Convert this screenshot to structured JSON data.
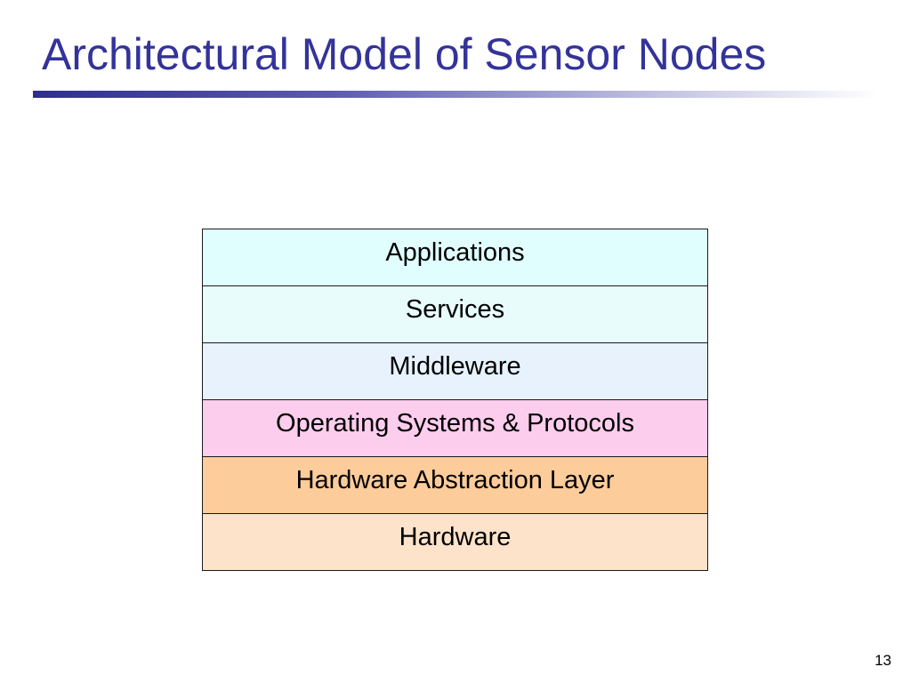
{
  "slide": {
    "title": "Architectural Model of Sensor Nodes",
    "page_number": "13"
  },
  "colors": {
    "title": "#33339a",
    "rule_start": "#2e2e8f",
    "border": "#1a1a1a"
  },
  "layers": [
    {
      "label": "Applications",
      "color": "#e0fefe"
    },
    {
      "label": "Services",
      "color": "#e9fcfc"
    },
    {
      "label": "Middleware",
      "color": "#e7f2fd"
    },
    {
      "label": "Operating Systems & Protocols",
      "color": "#fdcdee"
    },
    {
      "label": "Hardware Abstraction Layer",
      "color": "#fccc9a"
    },
    {
      "label": "Hardware",
      "color": "#fde3ca"
    }
  ]
}
